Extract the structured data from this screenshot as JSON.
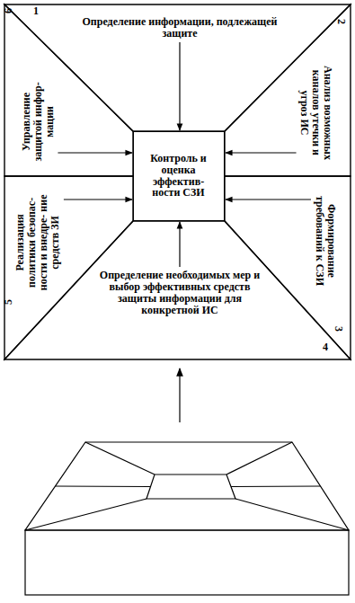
{
  "diagram": {
    "nodes": [
      {
        "text": [
          "Определение информации, подлежащей защите"
        ]
      },
      {
        "text": [
          "Анализ возможных каналов утечки и угроз ИС"
        ]
      },
      {
        "text": [
          "Формирование требований к СЗИ"
        ]
      },
      {
        "text": [
          "Определение необходимых мер и выбор эффективных средств защиты информации для конкретной ИС"
        ]
      },
      {
        "text": [
          "Реализация политики безопас- ности и внедре- ние средств ЗИ"
        ]
      },
      {
        "text": [
          "Управление защитой инфор- мации"
        ]
      },
      {
        "text": [
          "Контроль и оценка эффектив- ности СЗИ"
        ]
      }
    ],
    "edges": [
      {
        "from": 0,
        "to": 6,
        "arrow": "to"
      },
      {
        "from": 1,
        "to": 6,
        "arrow": "to"
      },
      {
        "from": 2,
        "to": 6,
        "arrow": "to"
      },
      {
        "from": 3,
        "to": 6,
        "arrow": "to"
      },
      {
        "from": 4,
        "to": 6,
        "arrow": "to"
      },
      {
        "from": 5,
        "to": 6,
        "arrow": "to"
      }
    ],
    "labels": [
      "1",
      "2",
      "3",
      "4",
      "5",
      "6"
    ]
  }
}
